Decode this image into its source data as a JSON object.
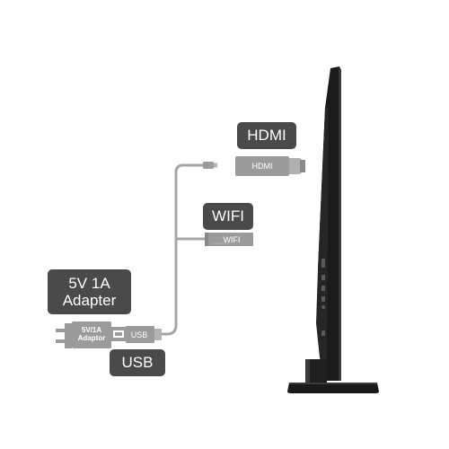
{
  "labels": {
    "hdmi": "HDMI",
    "wifi": "WIFI",
    "adapter_line1": "5V 1A",
    "adapter_line2": "Adapter",
    "usb": "USB"
  },
  "device_text": {
    "hdmi_dongle": "HDMI",
    "wifi_antenna": "WIFI",
    "adapter_line1": "5V/1A",
    "adapter_line2": "Adaptor",
    "usb_plug": "USB"
  },
  "colors": {
    "label_background": "#4a4a4a",
    "device_gray": "#9b9b9b",
    "cable_gray": "#a6a6a6",
    "tv_black": "#1a1a1a"
  }
}
